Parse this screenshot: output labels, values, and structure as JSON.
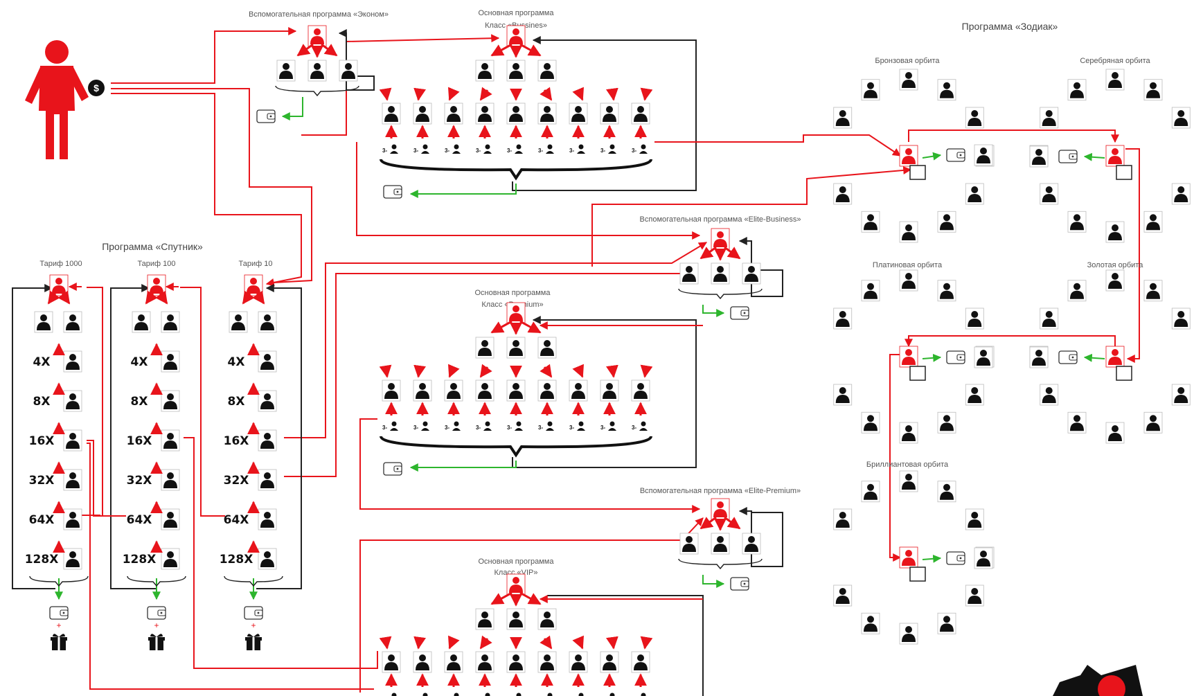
{
  "programs": {
    "econom": {
      "title": "Вспомогательная программа «Эконом»"
    },
    "business": {
      "title": "Основная программа",
      "subtitle": "Класс «Bussines»"
    },
    "premium": {
      "title": "Основная программа",
      "subtitle": "Класс «Premium»"
    },
    "vip": {
      "title": "Основная программа",
      "subtitle": "Класс «VIP»"
    },
    "elite_business": {
      "title": "Вспомогательная программа «Elite-Business»"
    },
    "elite_premium": {
      "title": "Вспомогательная программа «Elite-Premium»"
    },
    "sputnik": {
      "title": "Программа «Спутник»",
      "tariffs": [
        {
          "label": "Тариф 1000"
        },
        {
          "label": "Тариф 100"
        },
        {
          "label": "Тариф 10"
        }
      ],
      "multipliers": [
        "4X",
        "8X",
        "16X",
        "32X",
        "64X",
        "128X"
      ]
    },
    "zodiac": {
      "title": "Программа «Зодиак»",
      "orbits": {
        "bronze": "Бронзовая орбита",
        "silver": "Серебряная орбита",
        "platinum": "Платиновая орбита",
        "gold": "Золотая орбита",
        "diamond": "Бриллиантовая орбита"
      }
    }
  },
  "user_badge": "$",
  "level_marker": "3-",
  "colors": {
    "red": "#e8141b",
    "green": "#2db52d",
    "dark": "#111111",
    "connector": "#222222"
  }
}
